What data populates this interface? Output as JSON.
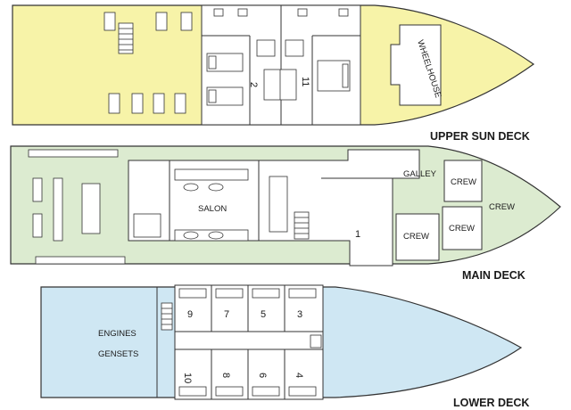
{
  "colors": {
    "upper_deck": "#f7f3a8",
    "main_deck": "#dcebd0",
    "lower_deck": "#cfe7f3",
    "interior": "#ffffff",
    "line": "#333333"
  },
  "decks": {
    "upper": {
      "title": "UPPER SUN DECK",
      "wheelhouse": "WHEELHOUSE",
      "cabin_left": "2",
      "cabin_right": "11"
    },
    "main": {
      "title": "MAIN DECK",
      "salon": "SALON",
      "galley": "GALLEY",
      "crew_1": "CREW",
      "crew_2": "CREW",
      "crew_3": "CREW",
      "crew_4": "CREW",
      "cabin_1": "1"
    },
    "lower": {
      "title": "LOWER DECK",
      "engines": "ENGINES",
      "gensets": "GENSETS",
      "cabins_top": [
        "9",
        "7",
        "5",
        "3"
      ],
      "cabins_bottom": [
        "10",
        "8",
        "6",
        "4"
      ]
    }
  }
}
